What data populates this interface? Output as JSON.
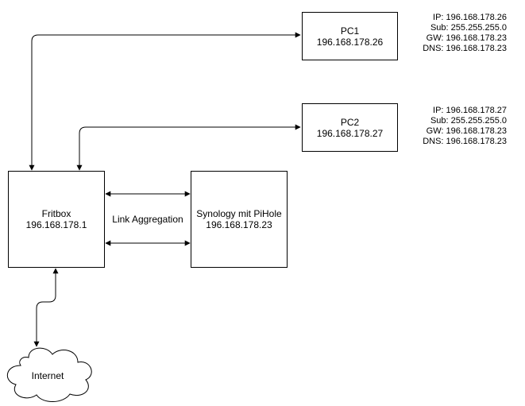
{
  "nodes": {
    "pc1": {
      "name": "PC1",
      "ip": "196.168.178.26"
    },
    "pc2": {
      "name": "PC2",
      "ip": "196.168.178.27"
    },
    "fritbox": {
      "name": "Fritbox",
      "ip": "196.168.178.1"
    },
    "synology": {
      "name": "Synology mit PiHole",
      "ip": "196.168.178.23"
    },
    "internet": {
      "name": "Internet"
    }
  },
  "pc1_config": {
    "ip": "IP: 196.168.178.26",
    "sub": "Sub: 255.255.255.0",
    "gw": "GW: 196.168.178.23",
    "dns": "DNS: 196.168.178.23"
  },
  "pc2_config": {
    "ip": "IP: 196.168.178.27",
    "sub": "Sub: 255.255.255.0",
    "gw": "GW: 196.168.178.23",
    "dns": "DNS: 196.168.178.23"
  },
  "link_label": "Link Aggregation"
}
